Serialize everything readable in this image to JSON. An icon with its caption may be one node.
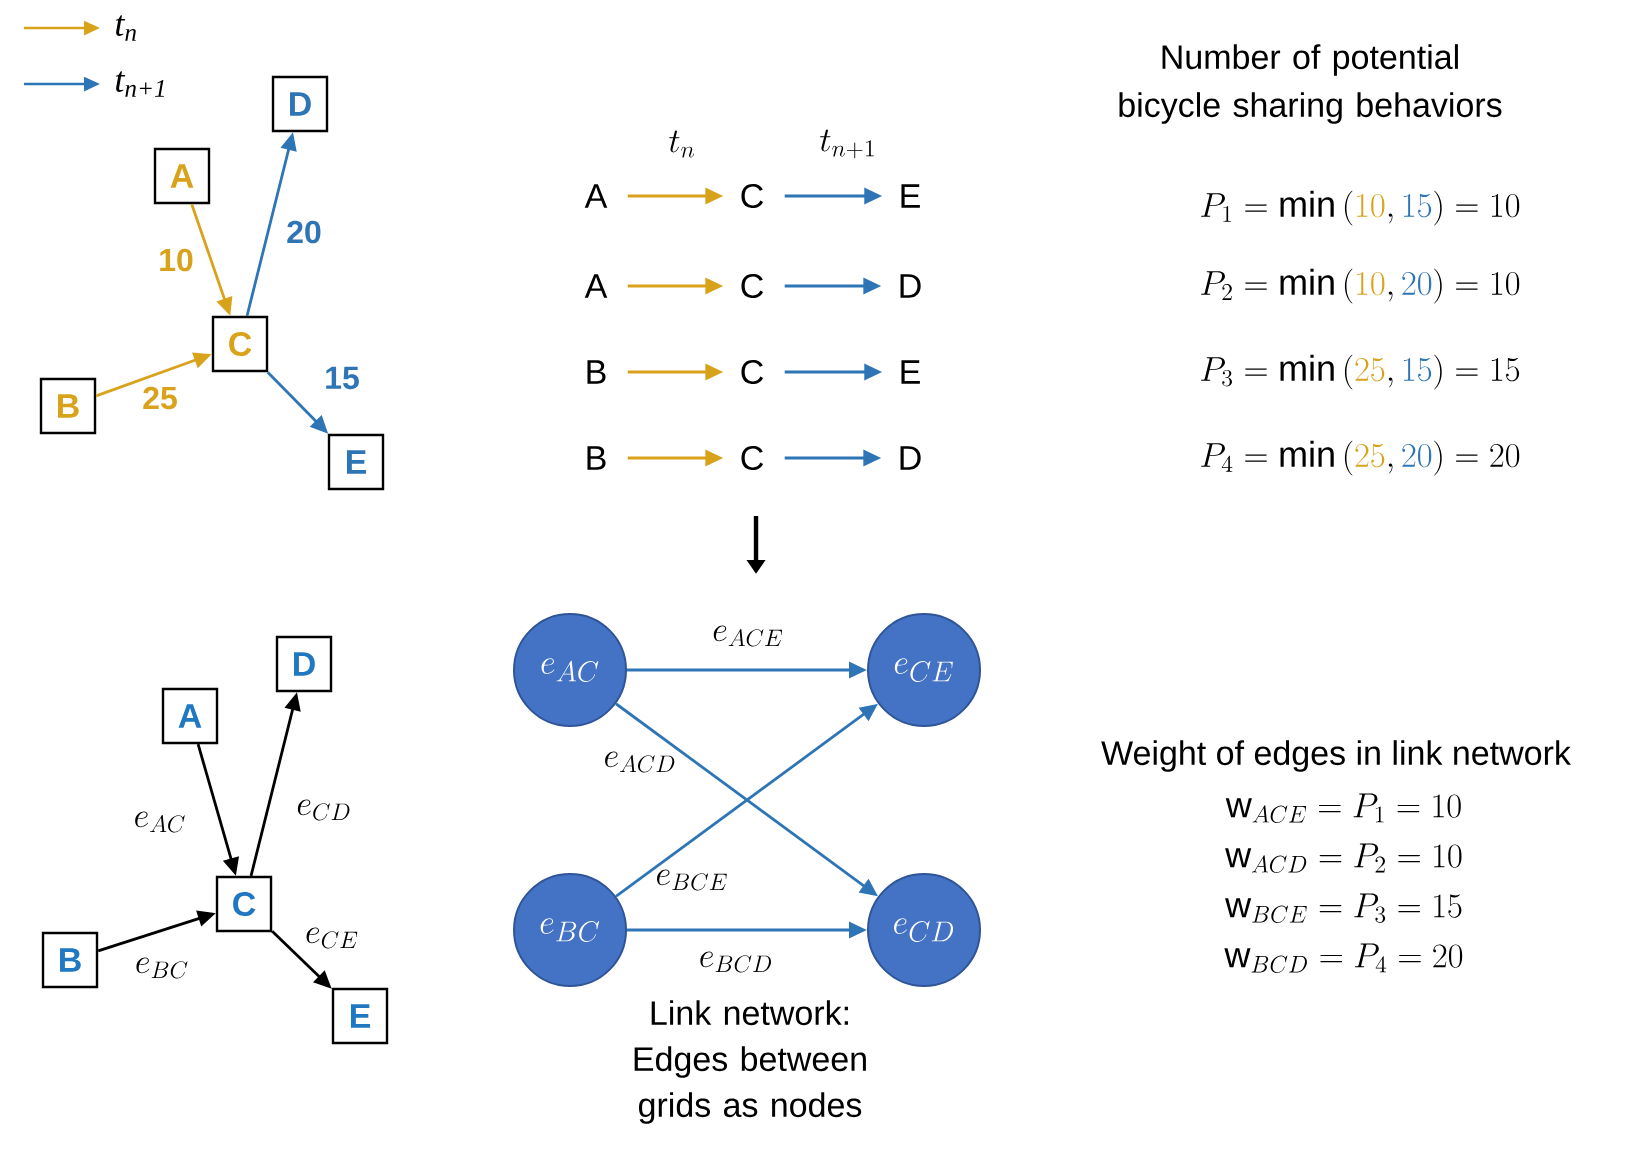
{
  "diagram": {
    "nodes": [
      {
        "text": [
          "D"
        ]
      },
      {
        "text": [
          "A"
        ]
      },
      {
        "text": [
          "C"
        ]
      },
      {
        "text": [
          "B"
        ]
      },
      {
        "text": [
          "E"
        ]
      },
      {
        "text": [
          "D"
        ]
      },
      {
        "text": [
          "A"
        ]
      },
      {
        "text": [
          "C"
        ]
      },
      {
        "text": [
          "B"
        ]
      },
      {
        "text": [
          "E"
        ]
      },
      {
        "text": [
          "A"
        ]
      },
      {
        "text": [
          "C"
        ]
      },
      {
        "text": [
          "E"
        ]
      },
      {
        "text": [
          "A"
        ]
      },
      {
        "text": [
          "C"
        ]
      },
      {
        "text": [
          "D"
        ]
      },
      {
        "text": [
          "B"
        ]
      },
      {
        "text": [
          "C"
        ]
      },
      {
        "text": [
          "E"
        ]
      },
      {
        "text": [
          "B"
        ]
      },
      {
        "text": [
          "C"
        ]
      },
      {
        "text": [
          "D"
        ]
      },
      {
        "text": [
          "e_{AC}"
        ]
      },
      {
        "text": [
          "e_{CE}"
        ]
      },
      {
        "text": [
          "e_{BC}"
        ]
      },
      {
        "text": [
          "e_{CD}"
        ]
      }
    ],
    "edges": [
      {
        "from": 1,
        "to": 2,
        "arrow": "to",
        "label": "10",
        "color": "#d9a21b"
      },
      {
        "from": 3,
        "to": 2,
        "arrow": "to",
        "label": "25",
        "color": "#d9a21b"
      },
      {
        "from": 2,
        "to": 0,
        "arrow": "to",
        "label": "20",
        "color": "#2e75b6"
      },
      {
        "from": 2,
        "to": 4,
        "arrow": "to",
        "label": "15",
        "color": "#2e75b6"
      },
      {
        "from": 6,
        "to": 7,
        "arrow": "to",
        "label": "e_{AC}",
        "color": "#000000"
      },
      {
        "from": 8,
        "to": 7,
        "arrow": "to",
        "label": "e_{BC}",
        "color": "#000000"
      },
      {
        "from": 7,
        "to": 5,
        "arrow": "to",
        "label": "e_{CD}",
        "color": "#000000"
      },
      {
        "from": 7,
        "to": 9,
        "arrow": "to",
        "label": "e_{CE}",
        "color": "#000000"
      },
      {
        "from": 10,
        "to": 11,
        "arrow": "to",
        "color": "#d9a21b"
      },
      {
        "from": 11,
        "to": 12,
        "arrow": "to",
        "color": "#2e75b6"
      },
      {
        "from": 13,
        "to": 14,
        "arrow": "to",
        "color": "#d9a21b"
      },
      {
        "from": 14,
        "to": 15,
        "arrow": "to",
        "color": "#2e75b6"
      },
      {
        "from": 16,
        "to": 17,
        "arrow": "to",
        "color": "#d9a21b"
      },
      {
        "from": 17,
        "to": 18,
        "arrow": "to",
        "color": "#2e75b6"
      },
      {
        "from": 19,
        "to": 20,
        "arrow": "to",
        "color": "#d9a21b"
      },
      {
        "from": 20,
        "to": 21,
        "arrow": "to",
        "color": "#2e75b6"
      },
      {
        "from": 22,
        "to": 23,
        "arrow": "to",
        "label": "e_{ACE}",
        "color": "#2e75b6"
      },
      {
        "from": 22,
        "to": 25,
        "arrow": "to",
        "label": "e_{ACD}",
        "color": "#2e75b6"
      },
      {
        "from": 24,
        "to": 23,
        "arrow": "to",
        "label": "e_{BCE}",
        "color": "#2e75b6"
      },
      {
        "from": 24,
        "to": 25,
        "arrow": "to",
        "label": "e_{BCD}",
        "color": "#2e75b6"
      }
    ],
    "labels": [
      "Number of potential bicycle sharing behaviors",
      "t_n",
      "t_{n+1}",
      "P_1 = \\min\\,(\\textcolor{tn}{10},\\textcolor{tnp}{15}) = 10",
      "P_2 = \\min\\,(\\textcolor{tn}{10},\\textcolor{tnp}{20}) = 10",
      "P_3 = \\min\\,(\\textcolor{tn}{25},\\textcolor{tnp}{15}) = 15",
      "P_4 = \\min\\,(\\textcolor{tn}{25},\\textcolor{tnp}{20}) = 20",
      "Weight of edges in link network",
      "\\mathrm{w}_{ACE} = P_1 = 10",
      "\\mathrm{w}_{ACD} = P_2 = 10",
      "\\mathrm{w}_{BCE} = P_3 = 15",
      "\\mathrm{w}_{BCD} = P_4 = 20",
      "Link network: Edges between grids as nodes"
    ],
    "legend": [
      {
        "text": "t$_{n}$"
      },
      {
        "text": "t$_{n+1}$"
      }
    ]
  }
}
